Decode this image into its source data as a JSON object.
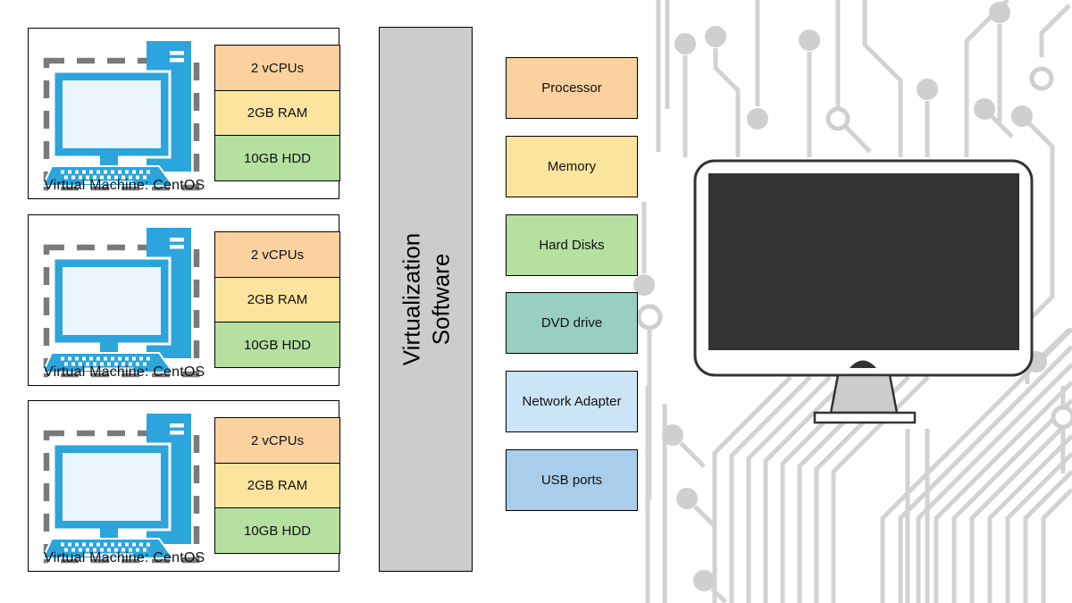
{
  "vms": [
    {
      "label": "Virtual Machine: CentOS",
      "resources": [
        {
          "label": "2 vCPUs",
          "color": "#FBD19E"
        },
        {
          "label": "2GB RAM",
          "color": "#FBE49E"
        },
        {
          "label": "10GB HDD",
          "color": "#B5E0A0"
        }
      ]
    },
    {
      "label": "Virtual Machine: CentOS",
      "resources": [
        {
          "label": "2 vCPUs",
          "color": "#FBD19E"
        },
        {
          "label": "2GB RAM",
          "color": "#FBE49E"
        },
        {
          "label": "10GB HDD",
          "color": "#B5E0A0"
        }
      ]
    },
    {
      "label": "Virtual Machine: CentOS",
      "resources": [
        {
          "label": "2 vCPUs",
          "color": "#FBD19E"
        },
        {
          "label": "2GB RAM",
          "color": "#FBE49E"
        },
        {
          "label": "10GB HDD",
          "color": "#B5E0A0"
        }
      ]
    }
  ],
  "virtualization": {
    "line1": "Virtualization",
    "line2": "Software",
    "color": "#CCCCCC"
  },
  "hardware": {
    "items": [
      {
        "label": "Processor",
        "color": "#FBD19E"
      },
      {
        "label": "Memory",
        "color": "#FBE49E"
      },
      {
        "label": "Hard Disks",
        "color": "#B5E0A0"
      },
      {
        "label": "DVD drive",
        "color": "#98CFC1"
      },
      {
        "label": "Network Adapter",
        "color": "#CBE5F7"
      },
      {
        "label": "USB ports",
        "color": "#A8CEEC"
      }
    ]
  },
  "palette": {
    "vm_icon_blue": "#2BA5DC",
    "vm_icon_screen": "#EAF6FC",
    "dashed_border_gray": "#7A7A7A",
    "box_border": "#000000",
    "monitor_screen": "#333333",
    "monitor_bezel": "#FFFFFF",
    "monitor_stand": "#CCCCCC",
    "circuit_gray": "#D2D2D2"
  }
}
